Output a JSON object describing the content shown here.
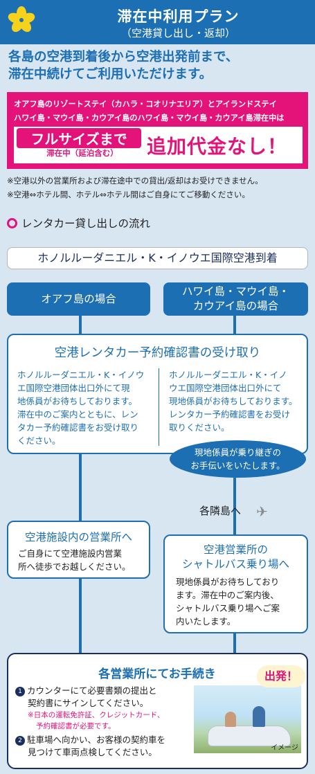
{
  "header": {
    "title": "滞在中利用プラン",
    "subtitle": "（空港貸し出し・返却）"
  },
  "lead": {
    "line1": "各島の空港到着後から空港出発前まで、",
    "line2": "滞在中続けてご利用いただけます。"
  },
  "promo": {
    "line1": "オアフ島のリゾートステイ（カハラ・コオリナエリア）とアイランドステイ",
    "line2": "ハワイ島・マウイ島・カウアイ島のハワイ島・マウイ島・カウアイ島滞在中は",
    "fullsize": "フルサイズまで",
    "stay_note": "滞在中（延泊含む）",
    "no_charge": "追加代金なし！"
  },
  "notes": {
    "line1": "※空港以外の営業所および滞在途中での貸出/返却はお受けできません。",
    "line2": "※空港⇔ホテル間、ホテル⇔ホテル間はご自身にてご移動ください。"
  },
  "flow": {
    "heading": "レンタカー貸し出しの流れ",
    "arrival": "ホノルルーダニエル・K・イノウエ国際空港到着",
    "tab_oahu": "オアフ島の場合",
    "tab_islands_1": "ハワイ島・マウイ島・",
    "tab_islands_2": "カウアイ島の場合",
    "confirm_title": "空港レンタカー予約確認書の受け取り",
    "confirm_left": [
      "ホノルルーダニエル・K・イノウ",
      "エ国際空港団体出口外にて現",
      "地係員がお待ちしております。",
      "滞在中のご案内とともに、レン",
      "タカー予約確認書をお受け取り",
      "ください。"
    ],
    "confirm_right": [
      "ホノルルーダニエル・K・イノ",
      "ウエ国際空港団体出口外にて",
      "現地係員がお待ちしております。",
      "レンタカー予約確認書をお受け",
      "取りください。"
    ],
    "oval_1": "現地係員が乗り継ぎの",
    "oval_2": "お手伝いをいたします。",
    "neighbor": "各隣島へ",
    "facility_title": "空港施設内の営業所へ",
    "facility_text": [
      "ご自身にて空港施設内営業",
      "所へ徒歩でお越しください。"
    ],
    "shuttle_title_1": "空港営業所の",
    "shuttle_title_2": "シャトルバス乗り場へ",
    "shuttle_text": [
      "現地係員がお待ちしており",
      "ます。滞在中のご案内後、",
      "シャトルバス乗り場へご案",
      "内いたします。"
    ]
  },
  "procedures": {
    "title": "各営業所にてお手続き",
    "go_label": "出発！",
    "step1_num": "1",
    "step1_line1": "カウンターにて必要書類の提出と",
    "step1_line2": "契約書にサインしてください。",
    "warning_1": "※日本の運転免許証、クレジットカード、",
    "warning_2": "予約確認書が必要です。",
    "step2_num": "2",
    "step2_line1": "駐車場へ向かい、お客様の契約車を",
    "step2_line2": "見つけて車両点検してください。",
    "image_label": "イメージ"
  }
}
